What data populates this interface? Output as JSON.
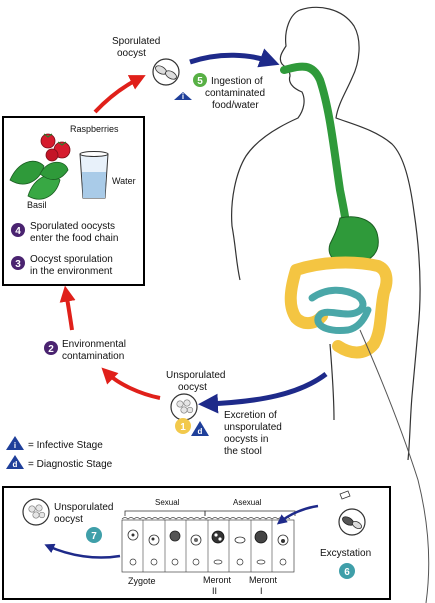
{
  "labels": {
    "sporulated_oocyst_1": "Sporulated",
    "sporulated_oocyst_2": "oocyst",
    "ingestion_1": "Ingestion of",
    "ingestion_2": "contaminated",
    "ingestion_3": "food/water",
    "raspberries": "Raspberries",
    "water": "Water",
    "basil": "Basil",
    "step4_1": "Sporulated oocysts",
    "step4_2": "enter the food chain",
    "step3_1": "Oocyst sporulation",
    "step3_2": "in the environment",
    "step2_1": "Environmental",
    "step2_2": "contamination",
    "unsporulated_1": "Unsporulated",
    "unsporulated_2": "oocyst",
    "excretion_1": "Excretion of",
    "excretion_2": "unsporulated",
    "excretion_3": "oocysts in",
    "excretion_4": "the stool",
    "legend_infective": "= Infective Stage",
    "legend_diagnostic": "= Diagnostic Stage",
    "inset_unsporulated_1": "Unsporulated",
    "inset_unsporulated_2": "oocyst",
    "sexual": "Sexual",
    "asexual": "Asexual",
    "zygote": "Zygote",
    "meront_ii_1": "Meront",
    "meront_ii_2": "II",
    "meront_i_1": "Meront",
    "meront_i_2": "I",
    "excystation": "Excystation"
  },
  "badges": {
    "n1": "1",
    "n2": "2",
    "n3": "3",
    "n4": "4",
    "n5": "5",
    "n6": "6",
    "n7": "7",
    "i": "i",
    "d": "d"
  },
  "colors": {
    "purple_badge": "#4a2370",
    "green_badge": "#58b045",
    "yellow_badge": "#f2c94c",
    "teal_badge": "#3f9fa9",
    "blue_triangle": "#1f3f9a",
    "red_arrow": "#e0201a",
    "navy_arrow": "#1e2a8a",
    "gut_green": "#2f9a3a",
    "colon_yellow": "#f4c542",
    "intestine_teal": "#4aa7a8"
  },
  "icons": [
    "oocyst-icon",
    "raspberry-icon",
    "basil-icon",
    "water-glass-icon",
    "human-silhouette-icon"
  ]
}
